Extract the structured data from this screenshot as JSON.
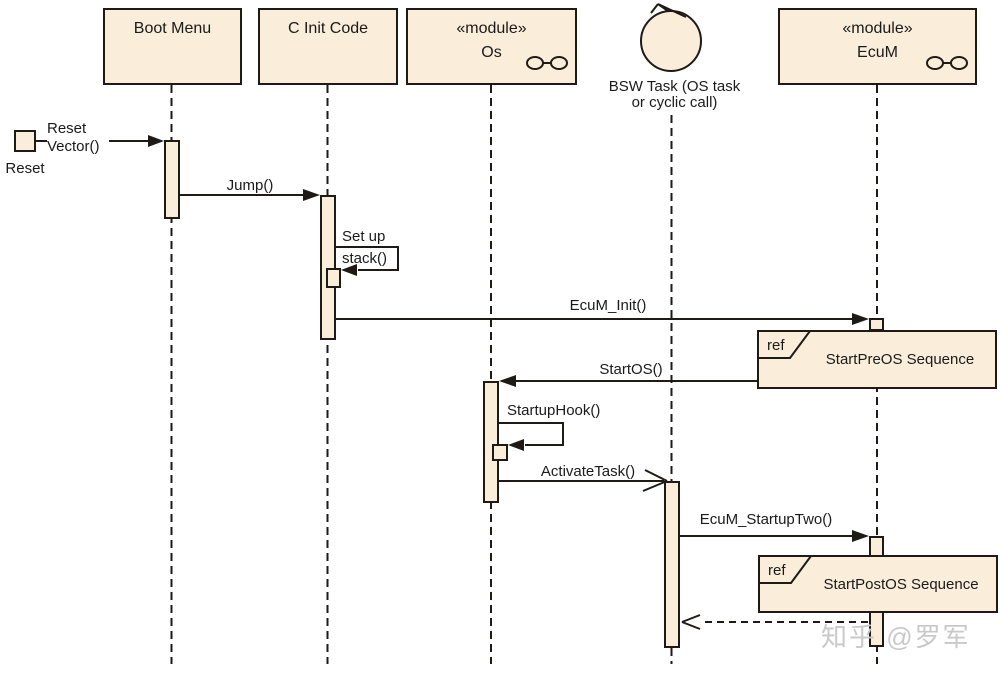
{
  "participants": {
    "boot_menu": {
      "name": "Boot Menu"
    },
    "c_init_code": {
      "name": "C Init Code"
    },
    "os": {
      "stereotype": "«module»",
      "name": "Os"
    },
    "bsw_task": {
      "name_line1": "BSW Task (OS task",
      "name_line2": "or cyclic call)"
    },
    "ecum": {
      "stereotype": "«module»",
      "name": "EcuM"
    }
  },
  "gate": {
    "label": "Reset",
    "message_line1": "Reset",
    "message_line2": "Vector()"
  },
  "messages": {
    "jump": "Jump()",
    "setup_stack_line1": "Set up",
    "setup_stack_line2": "stack()",
    "ecum_init": "EcuM_Init()",
    "start_os": "StartOS()",
    "startup_hook": "StartupHook()",
    "activate_task": "ActivateTask()",
    "ecum_startup_two": "EcuM_StartupTwo()"
  },
  "fragments": {
    "start_pre_os": {
      "keyword": "ref",
      "label": "StartPreOS Sequence"
    },
    "start_post_os": {
      "keyword": "ref",
      "label": "StartPostOS Sequence"
    }
  },
  "watermark": "知乎 @罗军",
  "colors": {
    "element_fill": "#FAEDDA",
    "line": "#1E1A15",
    "watermark": "#C9C9C9",
    "background": "#FFFFFF"
  }
}
